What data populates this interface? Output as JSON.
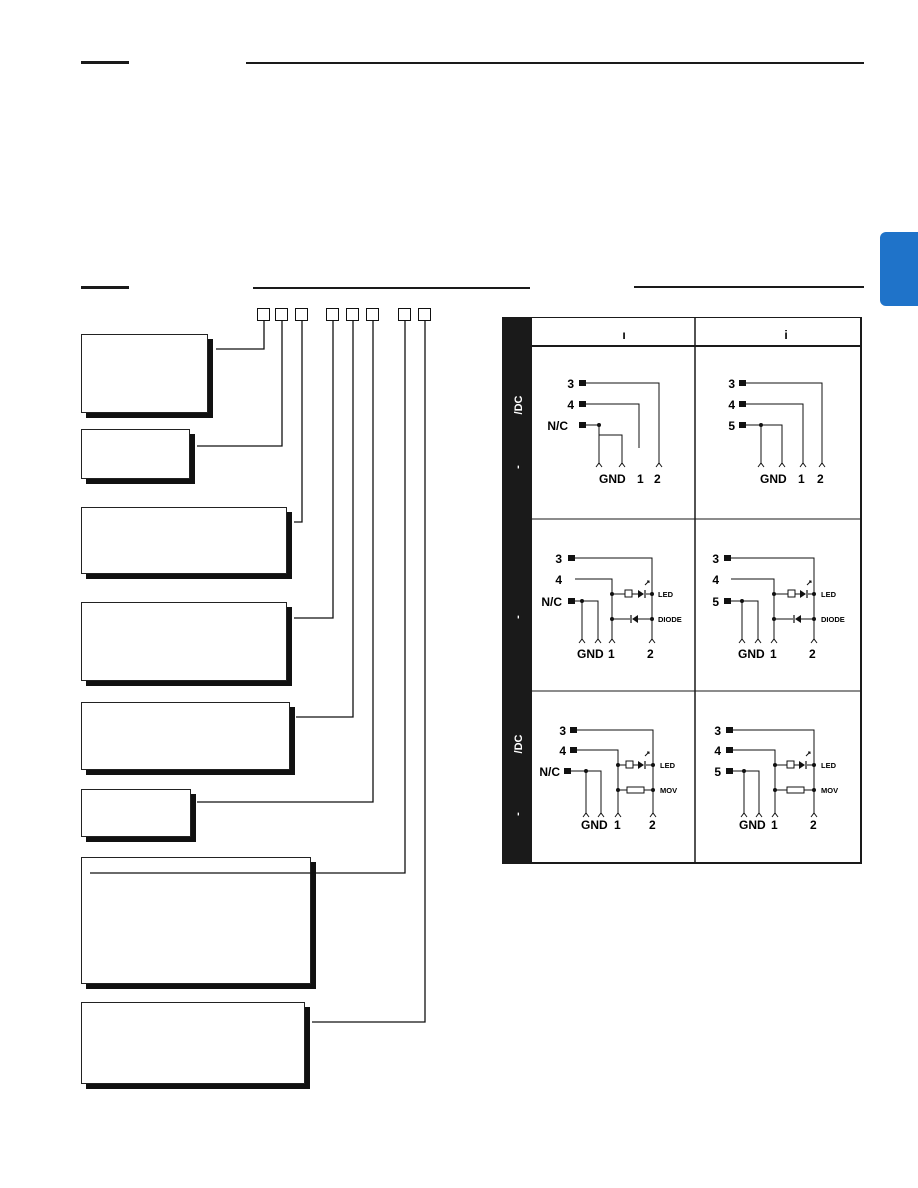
{
  "colors": {
    "accent": "#1f73c9",
    "ink": "#111111",
    "panel": "#1a1a1a"
  },
  "wiring_table": {
    "col_headers": [
      "ı",
      "i"
    ],
    "row_labels": [
      "/DC",
      "-",
      "-",
      "/DC",
      "-"
    ],
    "panels": {
      "r1c1": {
        "pins": [
          "3",
          "4",
          "N/C"
        ],
        "terms": [
          "GND",
          "1",
          "2"
        ]
      },
      "r1c2": {
        "pins": [
          "3",
          "4",
          "5"
        ],
        "terms": [
          "GND",
          "1",
          "2"
        ]
      },
      "r2c1": {
        "pins": [
          "3",
          "4",
          "N/C"
        ],
        "terms": [
          "GND",
          "1",
          "2"
        ],
        "labels": [
          "LED",
          "DIODE"
        ]
      },
      "r2c2": {
        "pins": [
          "3",
          "4",
          "5"
        ],
        "terms": [
          "GND",
          "1",
          "2"
        ],
        "labels": [
          "LED",
          "DIODE"
        ]
      },
      "r3c1": {
        "pins": [
          "3",
          "4",
          "N/C"
        ],
        "terms": [
          "GND",
          "1",
          "2"
        ],
        "labels": [
          "LED",
          "MOV"
        ]
      },
      "r3c2": {
        "pins": [
          "3",
          "4",
          "5"
        ],
        "terms": [
          "GND",
          "1",
          "2"
        ],
        "labels": [
          "LED",
          "MOV"
        ]
      }
    }
  }
}
